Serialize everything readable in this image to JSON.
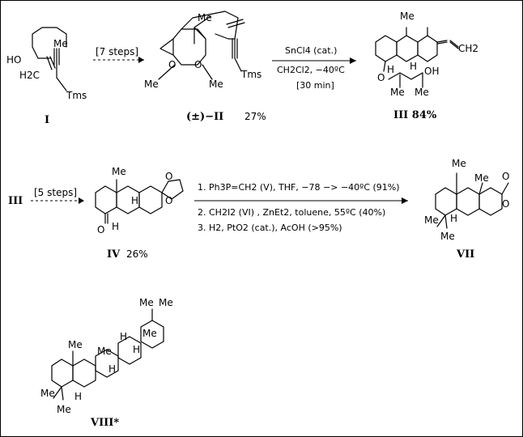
{
  "frame": {
    "border_color": "#000000",
    "background": "#ffffff"
  },
  "compounds": {
    "I": {
      "label": "I"
    },
    "II": {
      "label": "(±)−II",
      "yield": "27%"
    },
    "III": {
      "label": "III 84%"
    },
    "IV": {
      "label": "IV",
      "yield": "26%"
    },
    "VII": {
      "label": "VII"
    },
    "VIII": {
      "label": "VIII*"
    }
  },
  "atoms": {
    "HO": "HO",
    "H2C": "H2C",
    "Me": "Me",
    "Tms": "Tms",
    "O": "O",
    "H": "H",
    "CH2": "CH2",
    "OH": "OH"
  },
  "arrows": {
    "a1": {
      "label": "[7 steps]"
    },
    "a2": {
      "line1": "SnCl4 (cat.)",
      "line2": "CH2Cl2,  −40ºC",
      "line3": "[30 min]"
    },
    "a3": {
      "start": "III",
      "label": "[5 steps]"
    },
    "a4": {
      "step1": "1. Ph3P=CH2 (V), THF, −78 −> −40ºC (91%)",
      "step2": "2.  CH2I2  (VI) , ZnEt2, toluene,  55ºC  (40%)",
      "step3": "3. H2,   PtO2 (cat.),   AcOH   (>95%)"
    }
  }
}
